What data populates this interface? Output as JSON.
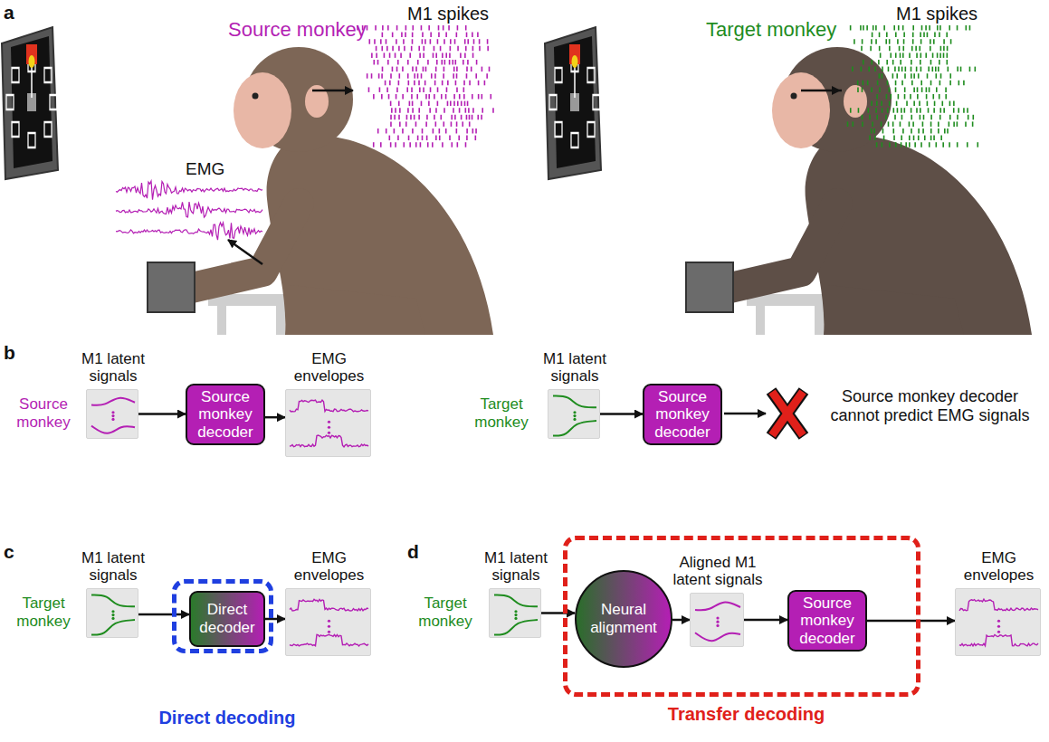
{
  "diagram": {
    "nodes": [
      {
        "text": [
          "M1 latent signals"
        ]
      },
      {
        "text": [
          "Source monkey decoder"
        ]
      },
      {
        "text": [
          "EMG envelopes"
        ]
      },
      {
        "text": [
          "M1 latent signals"
        ]
      },
      {
        "text": [
          "Source monkey decoder"
        ]
      },
      {
        "text": [
          "M1 latent signals"
        ]
      },
      {
        "text": [
          "Direct decoding"
        ]
      },
      {
        "text": [
          "Direct decoder"
        ],
        "in": 6
      },
      {
        "text": [
          "EMG envelopes"
        ]
      },
      {
        "text": [
          "M1 latent signals"
        ]
      },
      {
        "text": [
          "Transfer decoding"
        ]
      },
      {
        "text": [
          "Neural alignment"
        ],
        "in": 10
      },
      {
        "text": [
          "Aligned M1 latent signals"
        ],
        "in": 10
      },
      {
        "text": [
          "Source monkey decoder"
        ],
        "in": 10
      },
      {
        "text": [
          "EMG envelopes"
        ]
      }
    ],
    "edges": [
      {
        "from": 0,
        "to": 1,
        "arrow": "to"
      },
      {
        "from": 1,
        "to": 2,
        "arrow": "to"
      },
      {
        "from": 3,
        "to": 4,
        "arrow": "to"
      },
      {
        "from": 5,
        "to": 7,
        "arrow": "to"
      },
      {
        "from": 7,
        "to": 8,
        "arrow": "to"
      },
      {
        "from": 9,
        "to": 11,
        "arrow": "to"
      },
      {
        "from": 11,
        "to": 12,
        "arrow": "to"
      },
      {
        "from": 12,
        "to": 13,
        "arrow": "to"
      },
      {
        "from": 13,
        "to": 14,
        "arrow": "to"
      }
    ],
    "labels": [
      "a",
      "Source monkey",
      "M1 spikes",
      "EMG",
      "Target monkey",
      "M1 spikes",
      "b",
      "Source monkey",
      "Target monkey",
      "Source monkey decoder cannot predict EMG signals",
      "c",
      "Target monkey",
      "d",
      "Target monkey"
    ]
  }
}
